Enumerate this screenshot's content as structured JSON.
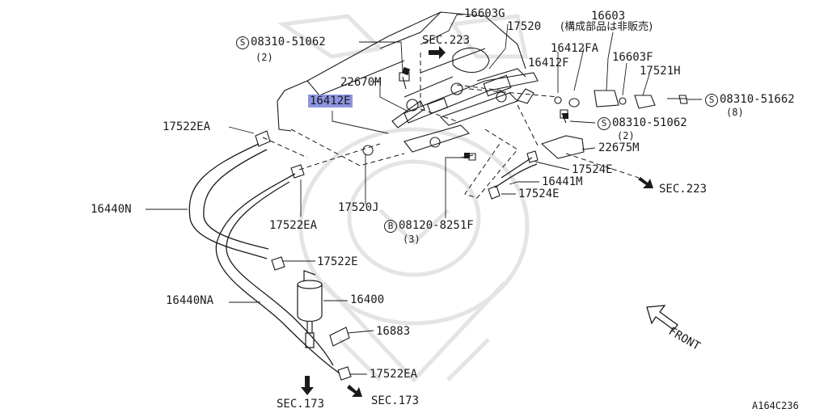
{
  "colors": {
    "line": "#1a1a1a",
    "highlight": "#8d95e0",
    "watermark": "#e6e6e6"
  },
  "parts": {
    "p16603G": "16603G",
    "p16603": "16603",
    "p16603_note": "(構成部品は非販売)",
    "p17520": "17520",
    "sec223_top": "SEC.223",
    "bolt1_prefix": "S",
    "bolt1_code": "08310-51062",
    "bolt1_qty": "(2)",
    "p16412FA": "16412FA",
    "p16412F": "16412F",
    "p16603F": "16603F",
    "p17521H": "17521H",
    "p22670M": "22670M",
    "p16412E": "16412E",
    "bolt2_prefix": "S",
    "bolt2_code": "08310-51662",
    "bolt2_qty": "(8)",
    "bolt3_prefix": "S",
    "bolt3_code": "08310-51062",
    "bolt3_qty": "(2)",
    "p17522EA_top": "17522EA",
    "p22675M": "22675M",
    "p17524E_a": "17524E",
    "p16441M": "16441M",
    "p17524E_b": "17524E",
    "sec223_right": "SEC.223",
    "p16440N": "16440N",
    "p17520J": "17520J",
    "p17522EA_mid": "17522EA",
    "bolt4_prefix": "B",
    "bolt4_code": "08120-8251F",
    "bolt4_qty": "(3)",
    "p17522E": "17522E",
    "p16440NA": "16440NA",
    "p16400": "16400",
    "p16883": "16883",
    "p17522EA_bot": "17522EA",
    "sec173_left": "SEC.173",
    "sec173_right": "SEC.173",
    "front": "FRONT",
    "diagram_id": "A164C236"
  }
}
